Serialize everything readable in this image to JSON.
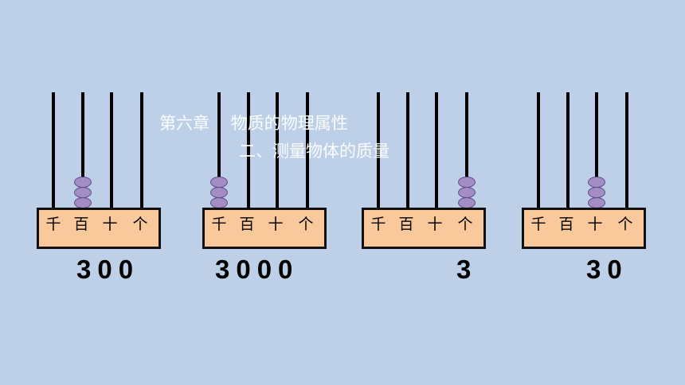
{
  "background_color": "#bdd0e7",
  "bead_color": "#a38dc4",
  "base_color": "#f9c89b",
  "title": {
    "line1": "第六章    物质的物理属性",
    "line2": "二、测量物体的质量"
  },
  "place_labels": [
    "千",
    "百",
    "十",
    "个"
  ],
  "abaci": [
    {
      "beads": [
        0,
        3,
        0,
        0
      ],
      "number": "300"
    },
    {
      "beads": [
        3,
        0,
        0,
        0
      ],
      "number": "3000"
    },
    {
      "beads": [
        0,
        0,
        0,
        3
      ],
      "number": "3"
    },
    {
      "beads": [
        0,
        0,
        3,
        0
      ],
      "number": "30"
    }
  ]
}
